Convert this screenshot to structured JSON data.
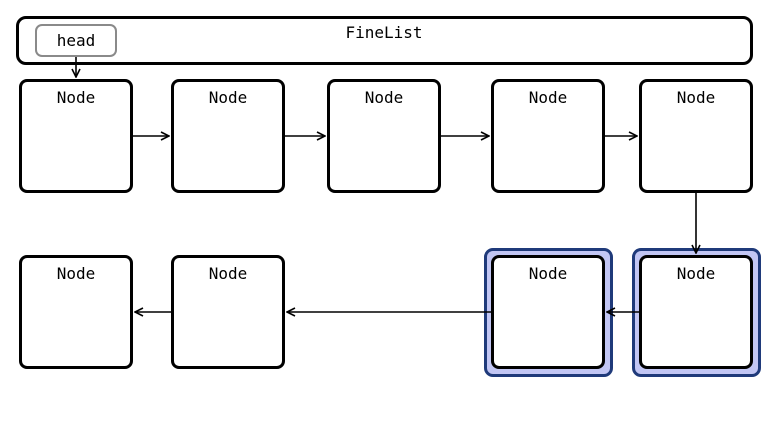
{
  "container": {
    "title": "FineList"
  },
  "head": {
    "label": "head"
  },
  "nodes": [
    {
      "label": "Node"
    },
    {
      "label": "Node"
    },
    {
      "label": "Node"
    },
    {
      "label": "Node"
    },
    {
      "label": "Node"
    },
    {
      "label": "Node"
    },
    {
      "label": "Node"
    },
    {
      "label": "Node"
    },
    {
      "label": "Node"
    }
  ],
  "locked_nodes": [
    5,
    6
  ],
  "colors": {
    "lock_fill": "#c2c6f4",
    "lock_border": "#1f3a7a",
    "head_border": "#8a8a8a"
  }
}
